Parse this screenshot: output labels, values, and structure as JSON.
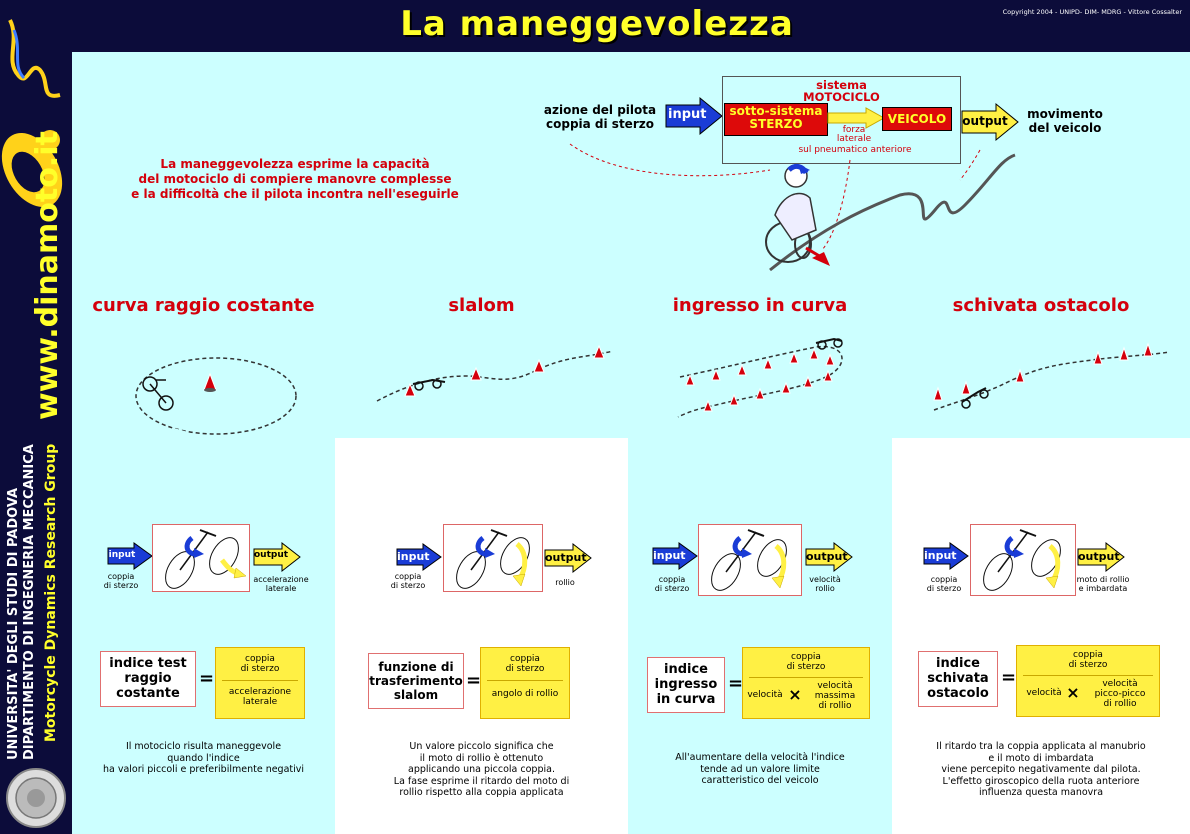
{
  "header": {
    "title": "La maneggevolezza",
    "copyright": "Copyright 2004 - UNIPD- DIM- MDRG - Vittore Cossalter"
  },
  "sidebar": {
    "website": "www.dinamoto.it",
    "university_line1": "UNIVERSITA' DEGLI STUDI DI PADOVA",
    "university_line2": "DIPARTIMENTO DI INGEGNERIA MECCANICA",
    "group": "Motorcycle Dynamics Research Group"
  },
  "intro": {
    "line1": "La maneggevolezza esprime la capacità",
    "line2": "del motociclo di compiere manovre complesse",
    "line3": "e la difficoltà che il pilota incontra nell'eseguirle"
  },
  "system": {
    "pilot_action_line1": "azione del pilota",
    "pilot_action_line2": "coppia di sterzo",
    "input": "input",
    "title_line1": "sistema",
    "title_line2": "MOTOCICLO",
    "subsystem_line1": "sotto-sistema",
    "subsystem_line2": "STERZO",
    "force_line1": "forza",
    "force_line2": "laterale",
    "tyre": "sul pneumatico anteriore",
    "vehicle": "VEICOLO",
    "output": "output",
    "movement_line1": "movimento",
    "movement_line2": "del veicolo"
  },
  "maneuvers": [
    {
      "title": "curva raggio costante",
      "input": "input",
      "input_desc_line1": "coppia",
      "input_desc_line2": "di sterzo",
      "output": "output",
      "output_desc_line1": "accelerazione",
      "output_desc_line2": "laterale",
      "index_line1": "indice test",
      "index_line2": "raggio",
      "index_line3": "costante",
      "numerator_line1": "coppia",
      "numerator_line2": "di sterzo",
      "denominator_line1": "accelerazione",
      "denominator_line2": "laterale",
      "desc_line1": "Il motociclo risulta maneggevole",
      "desc_line2": "quando l'indice",
      "desc_line3": "ha valori piccoli e preferibilmente negativi"
    },
    {
      "title": "slalom",
      "input": "input",
      "input_desc_line1": "coppia",
      "input_desc_line2": "di sterzo",
      "output": "output",
      "output_desc_line1": "rollio",
      "index_line1": "funzione di",
      "index_line2": "trasferimento",
      "index_line3": "slalom",
      "numerator_line1": "coppia",
      "numerator_line2": "di sterzo",
      "denominator_line1": "angolo di rollio",
      "desc_line1": "Un valore piccolo significa che",
      "desc_line2": "il moto di rollio è ottenuto",
      "desc_line3": "applicando una piccola coppia.",
      "desc_line4": "La fase esprime il ritardo del moto di",
      "desc_line5": "rollio rispetto alla coppia applicata"
    },
    {
      "title": "ingresso in curva",
      "input": "input",
      "input_desc_line1": "coppia",
      "input_desc_line2": "di sterzo",
      "output": "output",
      "output_desc_line1": "velocità",
      "output_desc_line2": "rollio",
      "index_line1": "indice",
      "index_line2": "ingresso",
      "index_line3": "in curva",
      "numerator_line1": "coppia",
      "numerator_line2": "di sterzo",
      "denominator_left": "velocità",
      "times": "×",
      "denominator_right_line1": "velocità",
      "denominator_right_line2": "massima",
      "denominator_right_line3": "di rollio",
      "desc_line1": "All'aumentare della velocità l'indice",
      "desc_line2": "tende ad un valore limite",
      "desc_line3": "caratteristico del veicolo"
    },
    {
      "title": "schivata ostacolo",
      "input": "input",
      "input_desc_line1": "coppia",
      "input_desc_line2": "di sterzo",
      "output": "output",
      "output_desc_line1": "moto di rollio",
      "output_desc_line2": "e imbardata",
      "index_line1": "indice",
      "index_line2": "schivata",
      "index_line3": "ostacolo",
      "numerator_line1": "coppia",
      "numerator_line2": "di sterzo",
      "denominator_left": "velocità",
      "times": "×",
      "denominator_right_line1": "velocità",
      "denominator_right_line2": "picco-picco",
      "denominator_right_line3": "di rollio",
      "desc_line1": "Il ritardo tra la coppia applicata al manubrio",
      "desc_line2": "e il moto di imbardata",
      "desc_line3": "viene percepito negativamente dal pilota.",
      "desc_line4": "L'effetto giroscopico della ruota anteriore",
      "desc_line5": "influenza questa manovra"
    }
  ],
  "colors": {
    "background_dark": "#0c0c3a",
    "panel_cyan": "#ccffff",
    "title_yellow": "#ffff2a",
    "accent_red": "#d4000c",
    "input_blue": "#1a3cd6",
    "output_yellow": "#fff044"
  }
}
